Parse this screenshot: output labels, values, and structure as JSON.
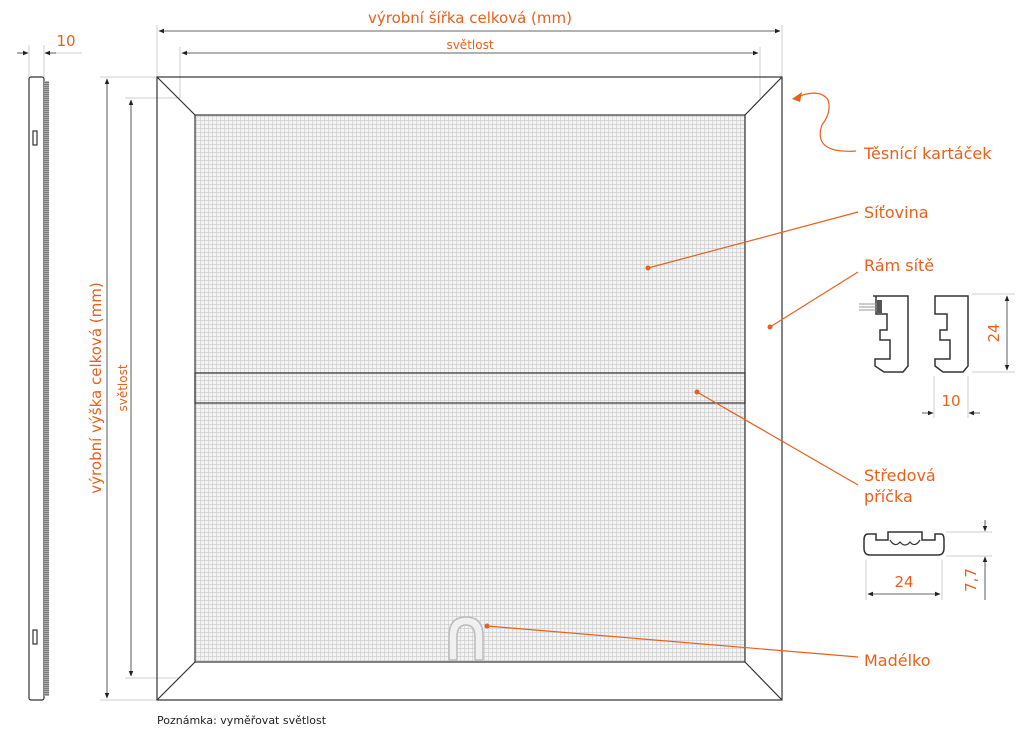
{
  "dimensions": {
    "total_width": "výrobní šířka celková (mm)",
    "clear_width": "světlost",
    "total_height": "výrobní výška celková (mm)",
    "clear_height": "světlost",
    "side_depth": "10"
  },
  "labels": {
    "brush": "Těsnící kartáček",
    "mesh": "Síťovina",
    "frame": "Rám sítě",
    "crossbar_line1": "Středová",
    "crossbar_line2": "příčka",
    "handle": "Madélko"
  },
  "profiles": {
    "frame_height": "24",
    "frame_width": "10",
    "crossbar_width": "24",
    "crossbar_height": "7,7"
  },
  "note": "Poznámka: vyměřovat světlost",
  "colors": {
    "accent": "#e8601c",
    "line": "#333333"
  }
}
